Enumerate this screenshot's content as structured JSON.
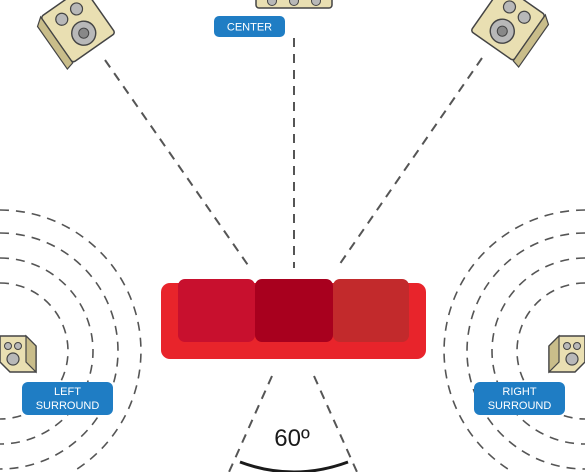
{
  "labels": {
    "center": "CENTER",
    "left_surround_line1": "LEFT",
    "left_surround_line2": "SURROUND",
    "right_surround_line1": "RIGHT",
    "right_surround_line2": "SURROUND",
    "angle": "60º"
  },
  "colors": {
    "label_pill": "#1f7dc4",
    "speaker_body": "#e9dfb2",
    "speaker_side": "#c9bd8a",
    "sofa_frame": "#e8242b",
    "sofa_cushion_left": "#c8102e",
    "sofa_cushion_mid": "#a8001e",
    "sofa_cushion_right": "#c22a2c",
    "dashed_line": "#555555"
  },
  "icons": [
    "speaker-icon",
    "sofa-icon"
  ]
}
